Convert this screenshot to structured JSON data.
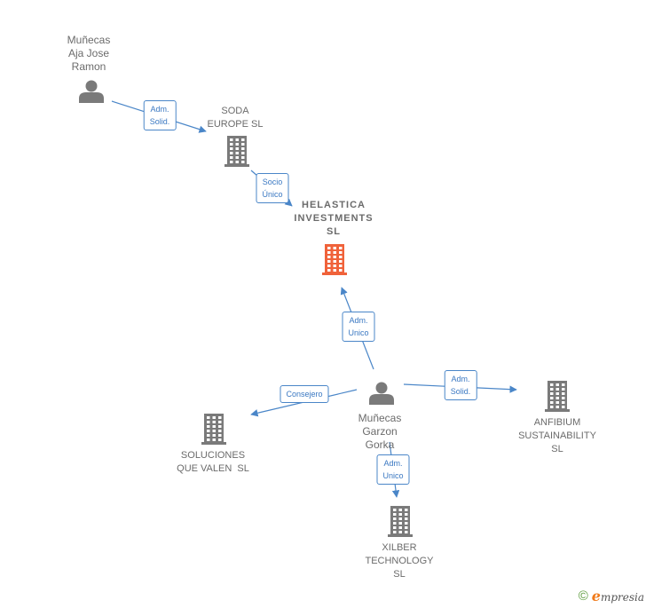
{
  "colors": {
    "node": "#7a7a7a",
    "focus": "#f0623a",
    "edge": "#4a86c8"
  },
  "nodes": [
    {
      "id": "p_aja",
      "type": "person",
      "label": "Muñecas\nAja Jose\nRamon"
    },
    {
      "id": "c_soda",
      "type": "company",
      "label": "SODA\nEUROPE SL"
    },
    {
      "id": "c_helastica",
      "type": "focus",
      "label": "HELASTICA\nINVESTMENTS\nSL"
    },
    {
      "id": "p_garzon",
      "type": "person",
      "label": "Muñecas\nGarzon\nGorka"
    },
    {
      "id": "c_soluciones",
      "type": "company",
      "label": "SOLUCIONES\nQUE VALEN  SL"
    },
    {
      "id": "c_anfibium",
      "type": "company",
      "label": "ANFIBIUM\nSUSTAINABILITY\nSL"
    },
    {
      "id": "c_xilber",
      "type": "company",
      "label": "XILBER\nTECHNOLOGY\nSL"
    }
  ],
  "edges": [
    {
      "from": "p_aja",
      "to": "c_soda",
      "label": "Adm.\nSolid."
    },
    {
      "from": "c_soda",
      "to": "c_helastica",
      "label": "Socio\nÚnico"
    },
    {
      "from": "p_garzon",
      "to": "c_helastica",
      "label": "Adm.\nUnico"
    },
    {
      "from": "p_garzon",
      "to": "c_soluciones",
      "label": "Consejero"
    },
    {
      "from": "p_garzon",
      "to": "c_anfibium",
      "label": "Adm.\nSolid."
    },
    {
      "from": "p_garzon",
      "to": "c_xilber",
      "label": "Adm.\nUnico"
    }
  ],
  "footer": {
    "copyright": "©",
    "brand_initial": "e",
    "brand_rest": "mpresia"
  }
}
